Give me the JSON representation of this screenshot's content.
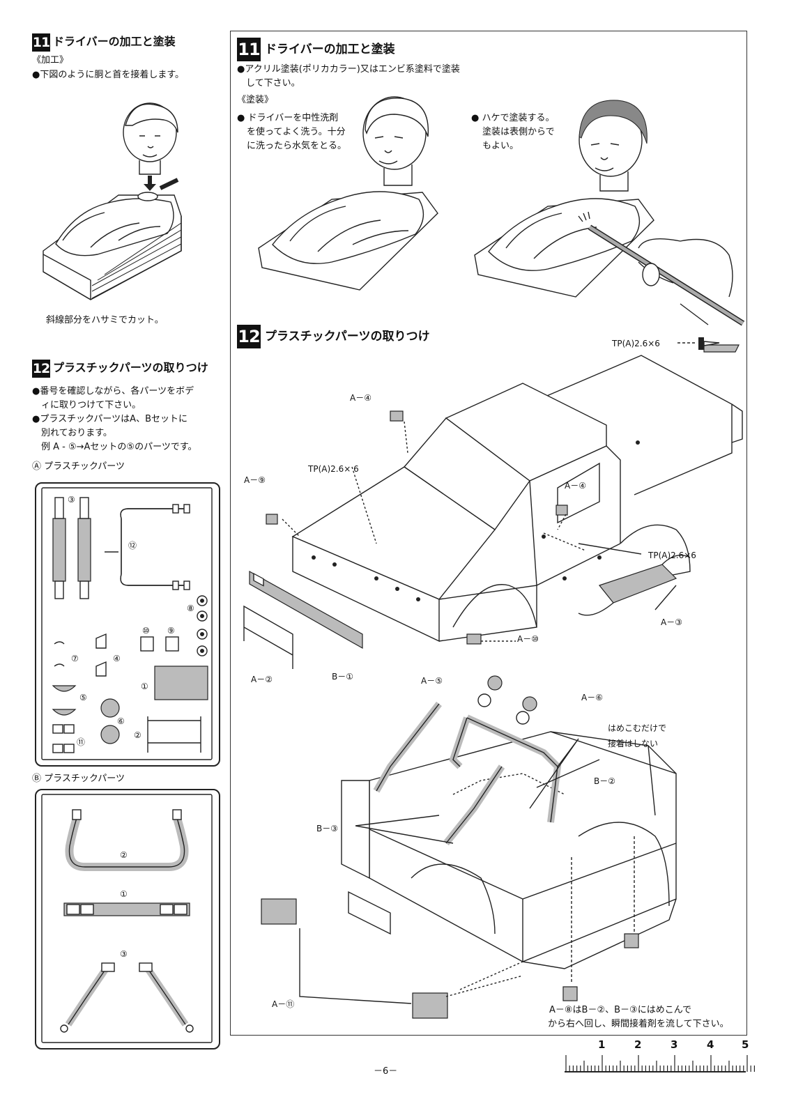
{
  "left": {
    "step11": {
      "num": "11",
      "title": "ドライバーの加工と塗装",
      "sub": "《加工》",
      "text": "●下図のように胴と首を接着します。",
      "caption": "斜線部分をハサミでカット。"
    },
    "step12": {
      "num": "12",
      "title": "プラスチックパーツの取りつけ",
      "lines": [
        "●番号を確認しながら、各パーツをボデ",
        "　ィに取りつけて下さい。",
        "●プラスチックパーツはA、Bセットに",
        "　別れております。",
        "　例 A - ⑤→Aセットの⑤のパーツです。"
      ],
      "setA": "Ⓐ プラスチックパーツ",
      "setB": "Ⓑ プラスチックパーツ"
    },
    "partsA": [
      "③",
      "⑫",
      "⑧",
      "⑩",
      "⑨",
      "⑦",
      "④",
      "①",
      "⑤",
      "⑥",
      "②",
      "⑪"
    ],
    "partsB": [
      "②",
      "①",
      "③"
    ]
  },
  "right": {
    "step11": {
      "num": "11",
      "title": "ドライバーの加工と塗装",
      "line1": "●アクリル塗装(ポリカカラー)又はエンビ系塗料で塗装",
      "line2": "　して下さい。",
      "sub": "《塗装》",
      "note1": [
        "ドライバーを中性洗剤",
        "を使ってよく洗う。十分",
        "に洗ったら水気をとる。"
      ],
      "note2": [
        "ハケで塗装する。",
        "塗装は表側からで",
        "もよい。"
      ]
    },
    "step12": {
      "num": "12",
      "title": "プラスチックパーツの取りつけ"
    },
    "labels": {
      "tp_top": "TP(A)2.6×6",
      "a4_top": "A－④",
      "a9": "A－⑨",
      "tp_mid": "TP(A)2.6× 6",
      "a4_mid": "A－④",
      "tp_right": "TP(A)2.6×6",
      "a3": "A－③",
      "a10": "A－⑩",
      "a2": "A－②",
      "b1": "B－①",
      "a5": "A－⑤",
      "a6": "A－⑥",
      "note_a": "はめこむだけで",
      "note_b": "接着はしない",
      "b2": "B－②",
      "b3": "B－③",
      "a11": "A－⑪",
      "bottom1": "A－⑧はB－②、B－③にはめこんで",
      "bottom2": "から右へ回し、瞬間接着剤を流して下さい。"
    }
  },
  "page_number": "－6－",
  "ruler": [
    "1",
    "2",
    "3",
    "4",
    "5"
  ]
}
